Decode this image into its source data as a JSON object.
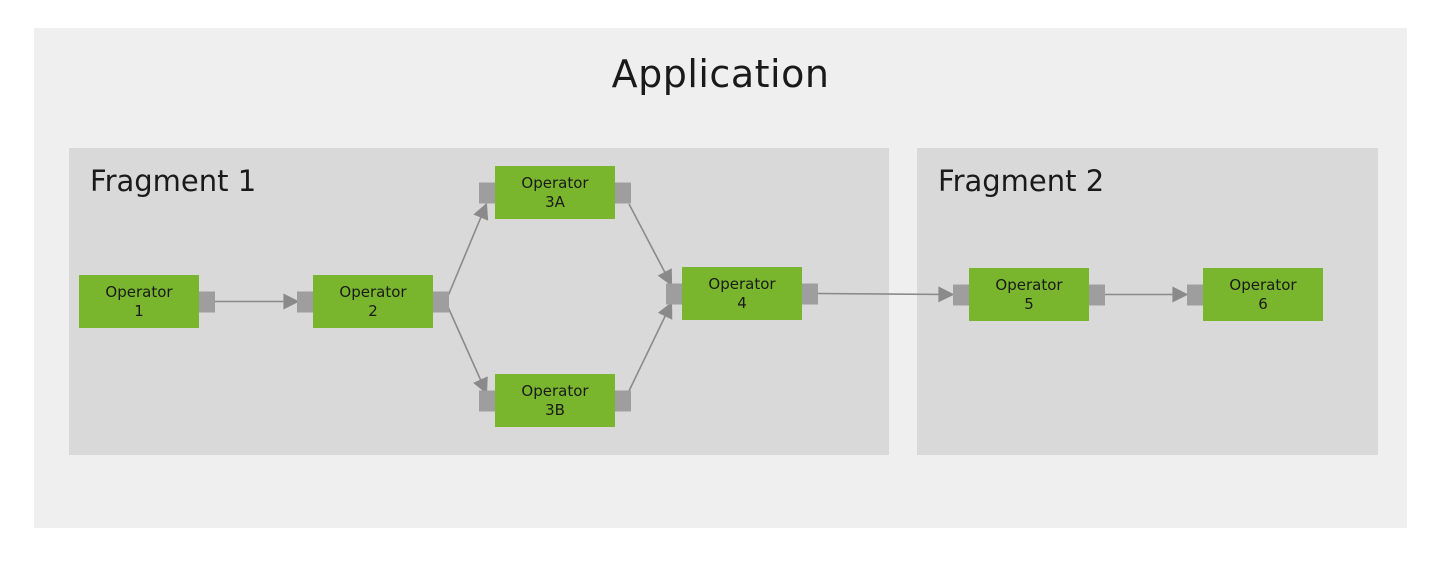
{
  "application": {
    "title": "Application"
  },
  "fragments": [
    {
      "label": "Fragment 1"
    },
    {
      "label": "Fragment 2"
    }
  ],
  "operators": [
    {
      "line1": "Operator",
      "line2": "1",
      "fragment": "Fragment 1"
    },
    {
      "line1": "Operator",
      "line2": "2",
      "fragment": "Fragment 1"
    },
    {
      "line1": "Operator",
      "line2": "3A",
      "fragment": "Fragment 1"
    },
    {
      "line1": "Operator",
      "line2": "3B",
      "fragment": "Fragment 1"
    },
    {
      "line1": "Operator",
      "line2": "4",
      "fragment": "Fragment 1"
    },
    {
      "line1": "Operator",
      "line2": "5",
      "fragment": "Fragment 2"
    },
    {
      "line1": "Operator",
      "line2": "6",
      "fragment": "Fragment 2"
    }
  ],
  "connections": [
    {
      "from": "Operator 1",
      "to": "Operator 2"
    },
    {
      "from": "Operator 2",
      "to": "Operator 3A"
    },
    {
      "from": "Operator 2",
      "to": "Operator 3B"
    },
    {
      "from": "Operator 3A",
      "to": "Operator 4"
    },
    {
      "from": "Operator 3B",
      "to": "Operator 4"
    },
    {
      "from": "Operator 4",
      "to": "Operator 5"
    },
    {
      "from": "Operator 5",
      "to": "Operator 6"
    }
  ],
  "colors": {
    "page_bg": "#ffffff",
    "application_bg": "#efefef",
    "fragment_bg": "#d9d9d9",
    "operator_green": "#79b62e",
    "port_gray": "#9e9e9e",
    "arrow_gray": "#8a8a8a",
    "text_dark": "#1a1a1a"
  }
}
